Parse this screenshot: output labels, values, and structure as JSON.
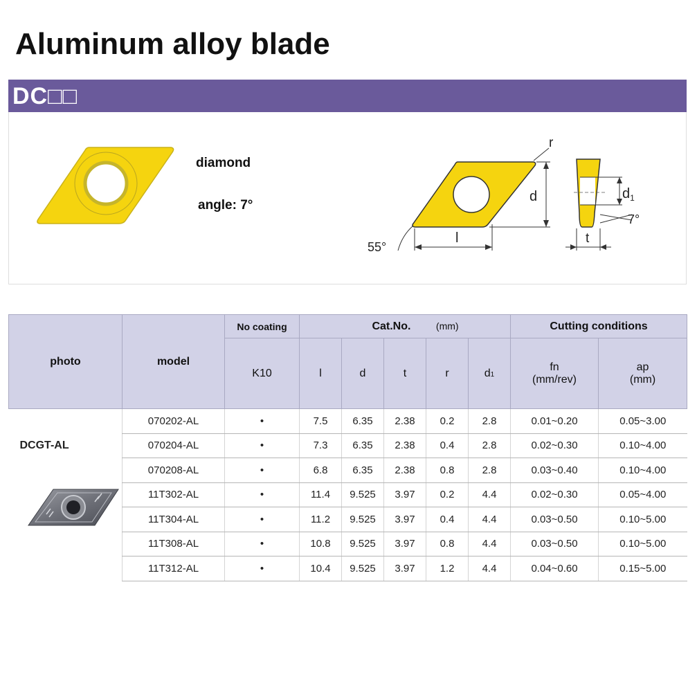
{
  "title": "Aluminum alloy blade",
  "band_label": "DC□□",
  "shape": {
    "name": "diamond",
    "angle": "angle: 7°"
  },
  "diagram": {
    "r": "r",
    "d": "d",
    "l": "l",
    "angle55": "55°",
    "d1": "d",
    "d1_sub": "1",
    "angle7": "7°",
    "t": "t"
  },
  "table": {
    "h_photo": "photo",
    "h_model": "model",
    "h_coating": "No coating",
    "h_catno": "Cat.No.",
    "h_mm": "(mm)",
    "h_cutting": "Cutting conditions",
    "h_k10": "K10",
    "h_l": "l",
    "h_d": "d",
    "h_t": "t",
    "h_r": "r",
    "h_d1": "d",
    "h_d1_sub": "1",
    "h_fn": "fn",
    "h_fn_unit": "(mm/rev)",
    "h_ap": "ap",
    "h_ap_unit": "(mm)",
    "product": "DCGT-AL",
    "rows": [
      {
        "model": "070202-AL",
        "k10": "•",
        "l": "7.5",
        "d": "6.35",
        "t": "2.38",
        "r": "0.2",
        "d1": "2.8",
        "fn": "0.01~0.20",
        "ap": "0.05~3.00"
      },
      {
        "model": "070204-AL",
        "k10": "•",
        "l": "7.3",
        "d": "6.35",
        "t": "2.38",
        "r": "0.4",
        "d1": "2.8",
        "fn": "0.02~0.30",
        "ap": "0.10~4.00"
      },
      {
        "model": "070208-AL",
        "k10": "•",
        "l": "6.8",
        "d": "6.35",
        "t": "2.38",
        "r": "0.8",
        "d1": "2.8",
        "fn": "0.03~0.40",
        "ap": "0.10~4.00"
      },
      {
        "model": "11T302-AL",
        "k10": "•",
        "l": "11.4",
        "d": "9.525",
        "t": "3.97",
        "r": "0.2",
        "d1": "4.4",
        "fn": "0.02~0.30",
        "ap": "0.05~4.00"
      },
      {
        "model": "11T304-AL",
        "k10": "•",
        "l": "11.2",
        "d": "9.525",
        "t": "3.97",
        "r": "0.4",
        "d1": "4.4",
        "fn": "0.03~0.50",
        "ap": "0.10~5.00"
      },
      {
        "model": "11T308-AL",
        "k10": "•",
        "l": "10.8",
        "d": "9.525",
        "t": "3.97",
        "r": "0.8",
        "d1": "4.4",
        "fn": "0.03~0.50",
        "ap": "0.10~5.00"
      },
      {
        "model": "11T312-AL",
        "k10": "•",
        "l": "10.4",
        "d": "9.525",
        "t": "3.97",
        "r": "1.2",
        "d1": "4.4",
        "fn": "0.04~0.60",
        "ap": "0.15~5.00"
      }
    ]
  },
  "colors": {
    "band": "#6a5a9b",
    "header": "#d2d2e7",
    "insert": "#f5d40f"
  }
}
